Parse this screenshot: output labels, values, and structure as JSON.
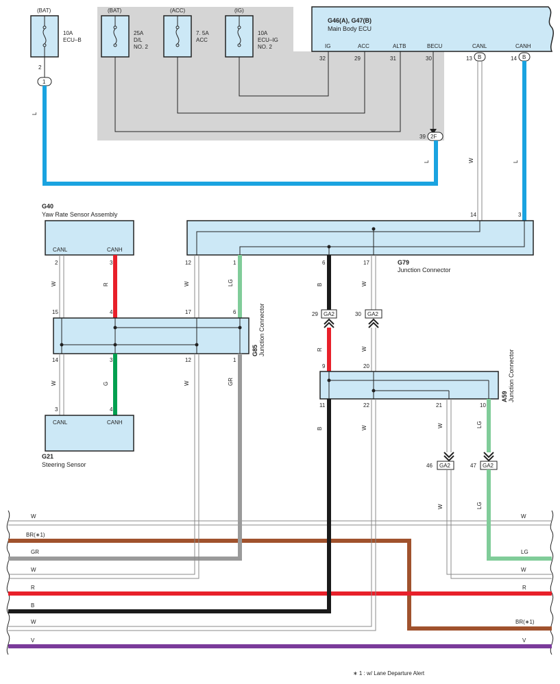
{
  "fuses": [
    {
      "src": "(BAT)",
      "rating": "10A",
      "name1": "ECU–B",
      "name2": "",
      "name3": ""
    },
    {
      "src": "(BAT)",
      "rating": "25A",
      "name1": "D/L",
      "name2": "NO. 2",
      "name3": ""
    },
    {
      "src": "(ACC)",
      "rating": "7. 5A",
      "name1": "ACC",
      "name2": "",
      "name3": ""
    },
    {
      "src": "(IG)",
      "rating": "10A",
      "name1": "ECU–IG",
      "name2": "NO. 2",
      "name3": ""
    }
  ],
  "ecu": {
    "id": "G46(A), G47(B)",
    "name": "Main Body ECU",
    "pins": [
      "IG",
      "ACC",
      "ALTB",
      "BECU",
      "CANL",
      "CANH"
    ],
    "pin_nums": [
      "32",
      "29",
      "31",
      "30",
      "13",
      "14"
    ],
    "conn_b": "B"
  },
  "misc": {
    "pin2": "2",
    "conn1": "1",
    "pin39": "39",
    "conn2f": "2F",
    "wire_l": "L",
    "wire_w": "W",
    "wire_r": "R",
    "wire_lg": "LG",
    "wire_b": "B",
    "wire_g": "G",
    "wire_gr": "GR"
  },
  "g40": {
    "id": "G40",
    "name": "Yaw Rate Sensor Assembly",
    "canl": "CANL",
    "canh": "CANH",
    "p1": "2",
    "p2": "3"
  },
  "g79": {
    "id": "G79",
    "name": "Junction Connector",
    "top1": "14",
    "top2": "3",
    "bottom": [
      "12",
      "1",
      "6",
      "17"
    ]
  },
  "g85": {
    "id": "G85",
    "name": "Junction Connector",
    "top": [
      "15",
      "4",
      "17",
      "6"
    ],
    "bottom": [
      "14",
      "3",
      "12",
      "1"
    ]
  },
  "ga2": {
    "label": "GA2",
    "p29": "29",
    "p30": "30",
    "p46": "46",
    "p47": "47"
  },
  "a59": {
    "id": "A59",
    "name": "Junction Connector",
    "top": [
      "9",
      "20"
    ],
    "bottom": [
      "11",
      "22",
      "21",
      "10"
    ]
  },
  "g21": {
    "id": "G21",
    "name": "Steering Sensor",
    "canl": "CANL",
    "canh": "CANH",
    "p1": "3",
    "p2": "4"
  },
  "harness": [
    {
      "left": "W",
      "right": "W"
    },
    {
      "left": "BR(∗1)",
      "right": ""
    },
    {
      "left": "GR",
      "right": ""
    },
    {
      "left": "W",
      "right": "LG"
    },
    {
      "left": "",
      "right": "W"
    },
    {
      "left": "R",
      "right": "R"
    },
    {
      "left": "B",
      "right": ""
    },
    {
      "left": "W",
      "right": "BR(∗1)"
    },
    {
      "left": "V",
      "right": "V"
    }
  ],
  "footnote": "∗ 1 : w/ Lane Departure Alert",
  "colors": {
    "blue": "#1aa3e0",
    "red": "#e8202a",
    "black": "#1a1a1a",
    "green": "#00a050",
    "lg": "#80cc99",
    "gray": "#9a9a9a",
    "brown": "#a0522d",
    "purple": "#7a3b9a",
    "box": "#cce8f6",
    "shade": "#d5d5d5"
  }
}
